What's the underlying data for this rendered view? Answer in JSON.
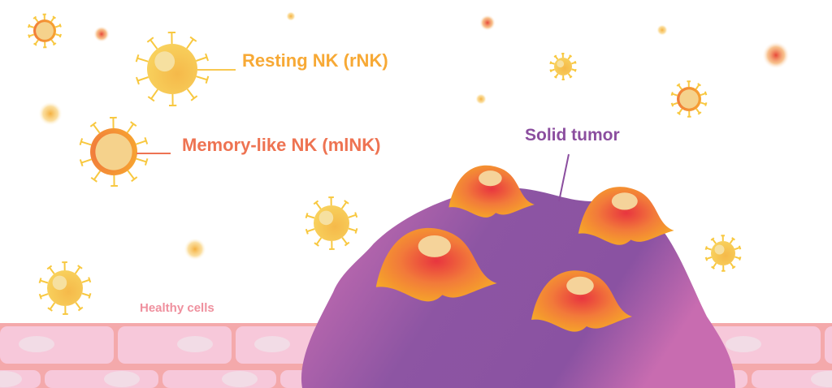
{
  "labels": {
    "resting_nk": "Resting NK (rNK)",
    "memory_like_nk": "Memory-like NK (mlNK)",
    "solid_tumor": "Solid tumor",
    "healthy_cells": "Healthy cells"
  },
  "colors": {
    "resting": "#f7a935",
    "memory": "#ee7352",
    "tumor": "#8b4e9f",
    "healthy": "#ef909e",
    "tissue_bg": "#f4a9ab",
    "tissue_cell": "#f7c8da"
  }
}
